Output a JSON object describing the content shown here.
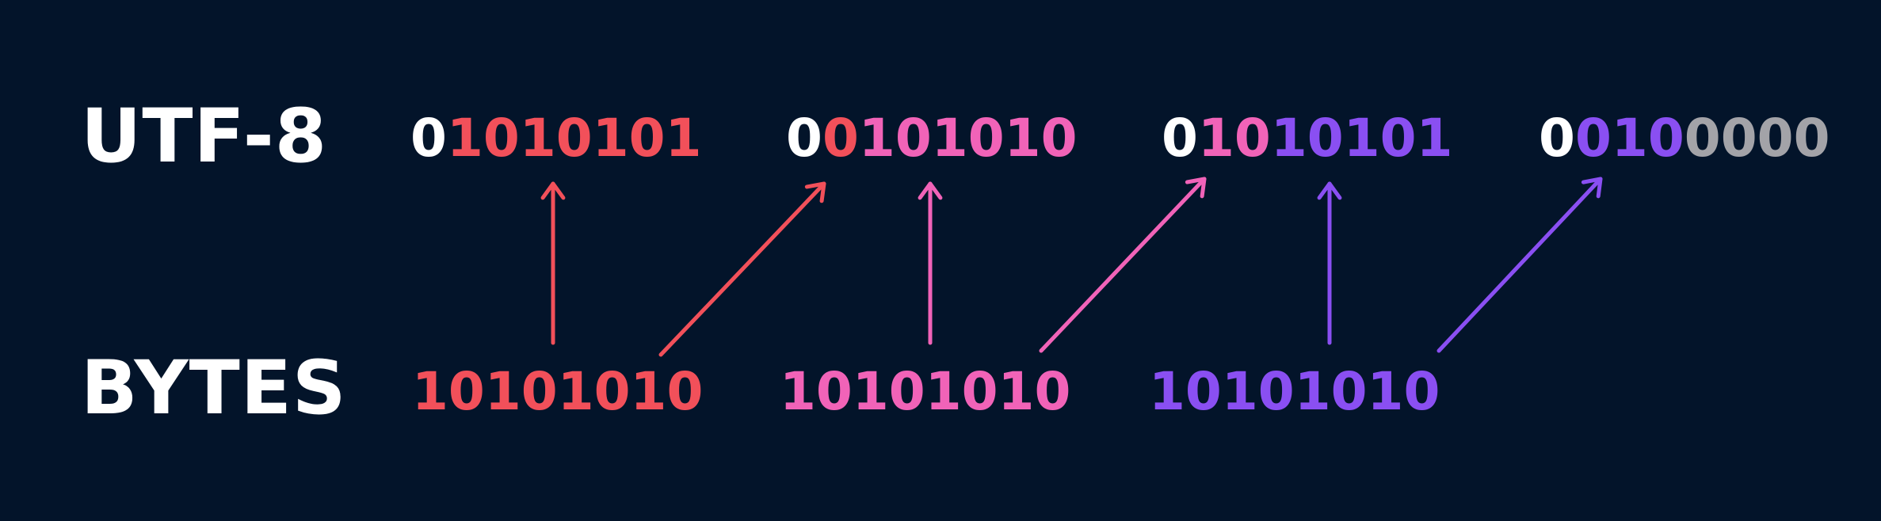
{
  "labels": {
    "utf8": "UTF-8",
    "bytes": "BYTES"
  },
  "colors": {
    "background": "#03142a",
    "label": "#ffffff",
    "white": "#ffffff",
    "red": "#f2505a",
    "pink": "#f163b8",
    "purple": "#8a4ff2",
    "gray": "#a3a3a8"
  },
  "utf8_groups": [
    {
      "bits": [
        [
          "0",
          "white"
        ],
        [
          "1",
          "red"
        ],
        [
          "0",
          "red"
        ],
        [
          "1",
          "red"
        ],
        [
          "0",
          "red"
        ],
        [
          "1",
          "red"
        ],
        [
          "0",
          "red"
        ],
        [
          "1",
          "red"
        ]
      ]
    },
    {
      "bits": [
        [
          "0",
          "white"
        ],
        [
          "0",
          "red"
        ],
        [
          "1",
          "pink"
        ],
        [
          "0",
          "pink"
        ],
        [
          "1",
          "pink"
        ],
        [
          "0",
          "pink"
        ],
        [
          "1",
          "pink"
        ],
        [
          "0",
          "pink"
        ]
      ]
    },
    {
      "bits": [
        [
          "0",
          "white"
        ],
        [
          "1",
          "pink"
        ],
        [
          "0",
          "pink"
        ],
        [
          "1",
          "purple"
        ],
        [
          "0",
          "purple"
        ],
        [
          "1",
          "purple"
        ],
        [
          "0",
          "purple"
        ],
        [
          "1",
          "purple"
        ]
      ]
    },
    {
      "bits": [
        [
          "0",
          "white"
        ],
        [
          "0",
          "purple"
        ],
        [
          "1",
          "purple"
        ],
        [
          "0",
          "purple"
        ],
        [
          "0",
          "gray"
        ],
        [
          "0",
          "gray"
        ],
        [
          "0",
          "gray"
        ],
        [
          "0",
          "gray"
        ]
      ]
    }
  ],
  "byte_groups": [
    {
      "text": "10101010",
      "color": "red"
    },
    {
      "text": "10101010",
      "color": "pink"
    },
    {
      "text": "10101010",
      "color": "purple"
    }
  ],
  "arrows": [
    {
      "color": "red"
    },
    {
      "color": "red"
    },
    {
      "color": "pink"
    },
    {
      "color": "pink"
    },
    {
      "color": "purple"
    },
    {
      "color": "purple"
    }
  ]
}
